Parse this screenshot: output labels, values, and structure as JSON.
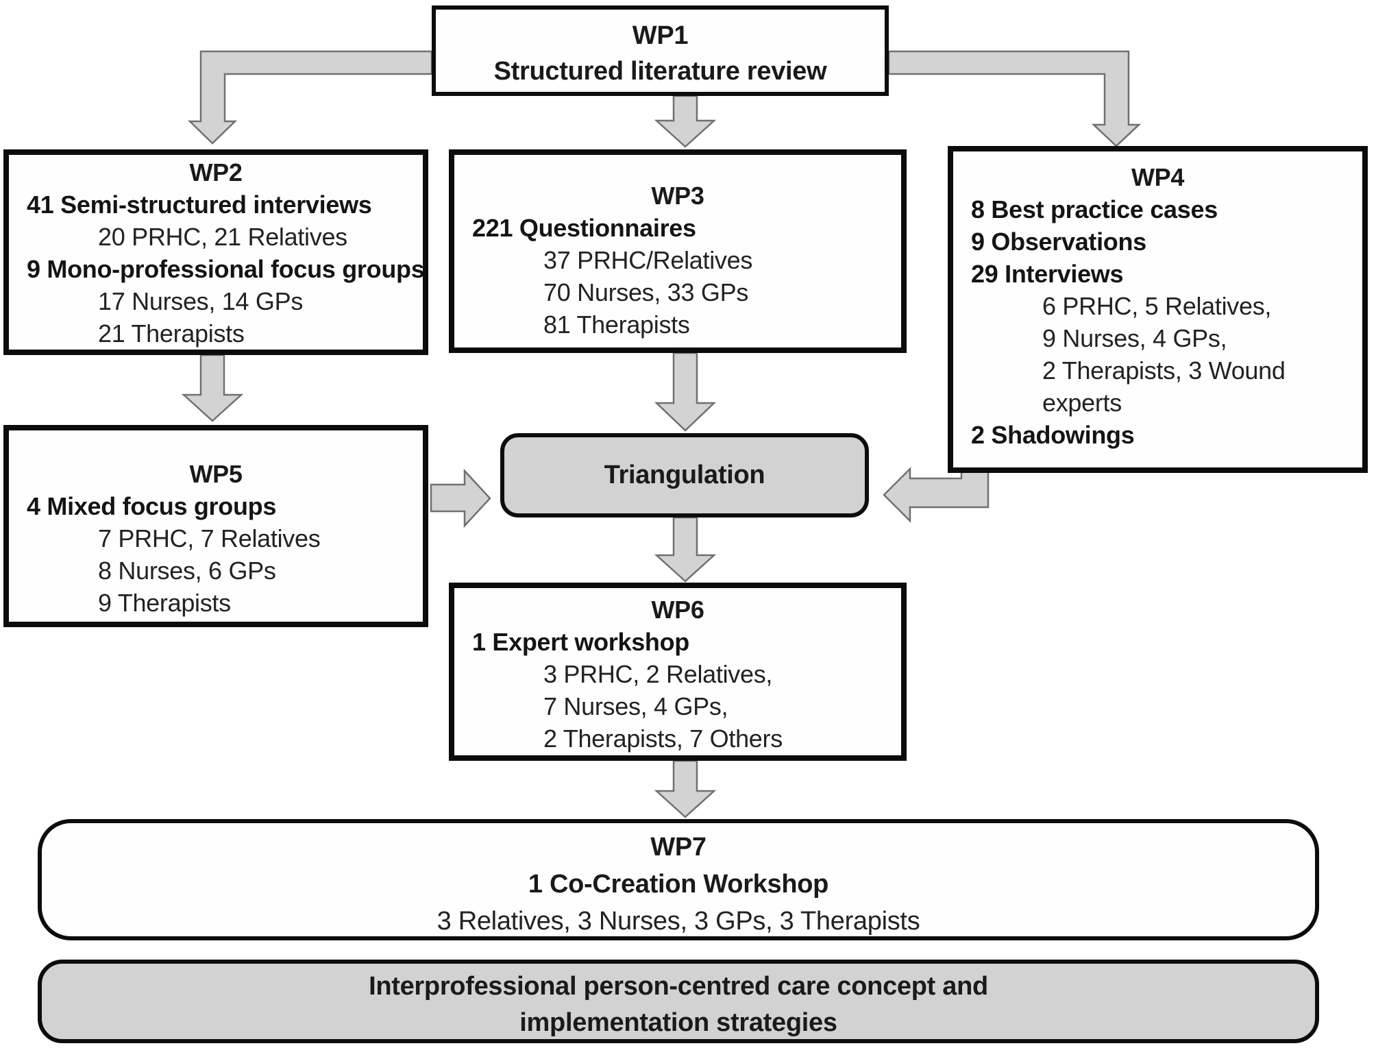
{
  "wp1": {
    "title": "WP1",
    "subtitle": "Structured literature review"
  },
  "wp2": {
    "title": "WP2",
    "lines": [
      "41 Semi-structured interviews",
      "20 PRHC, 21 Relatives",
      "9 Mono-professional focus groups",
      "17 Nurses, 14 GPs",
      "21 Therapists"
    ]
  },
  "wp3": {
    "title": "WP3",
    "lines": [
      "221 Questionnaires",
      "37 PRHC/Relatives",
      "70 Nurses, 33 GPs",
      "81 Therapists"
    ]
  },
  "wp4": {
    "title": "WP4",
    "lines": [
      "8 Best practice cases",
      "9 Observations",
      "29 Interviews",
      "6 PRHC, 5 Relatives,",
      "9 Nurses, 4 GPs,",
      "2 Therapists, 3 Wound",
      "experts",
      "2 Shadowings"
    ]
  },
  "wp5": {
    "title": "WP5",
    "lines": [
      "4 Mixed focus groups",
      "7 PRHC, 7 Relatives",
      "8 Nurses, 6 GPs",
      "9 Therapists"
    ]
  },
  "wp6": {
    "title": "WP6",
    "lines": [
      "1 Expert workshop",
      "3 PRHC, 2 Relatives,",
      "7 Nurses, 4 GPs,",
      "2 Therapists, 7 Others"
    ]
  },
  "triangulation": {
    "label": "Triangulation"
  },
  "wp7": {
    "title": "WP7",
    "line_bold": "1 Co-Creation Workshop",
    "line_regular": "3 Relatives, 3 Nurses, 3 GPs, 3 Therapists"
  },
  "outcome": {
    "line1": "Interprofessional person-centred care concept and",
    "line2": "implementation strategies"
  },
  "colors": {
    "arrow_fill": "#d3d3d3",
    "arrow_stroke": "#707070",
    "gray_fill": "#d2d2d2",
    "border": "#0c0c0c"
  }
}
